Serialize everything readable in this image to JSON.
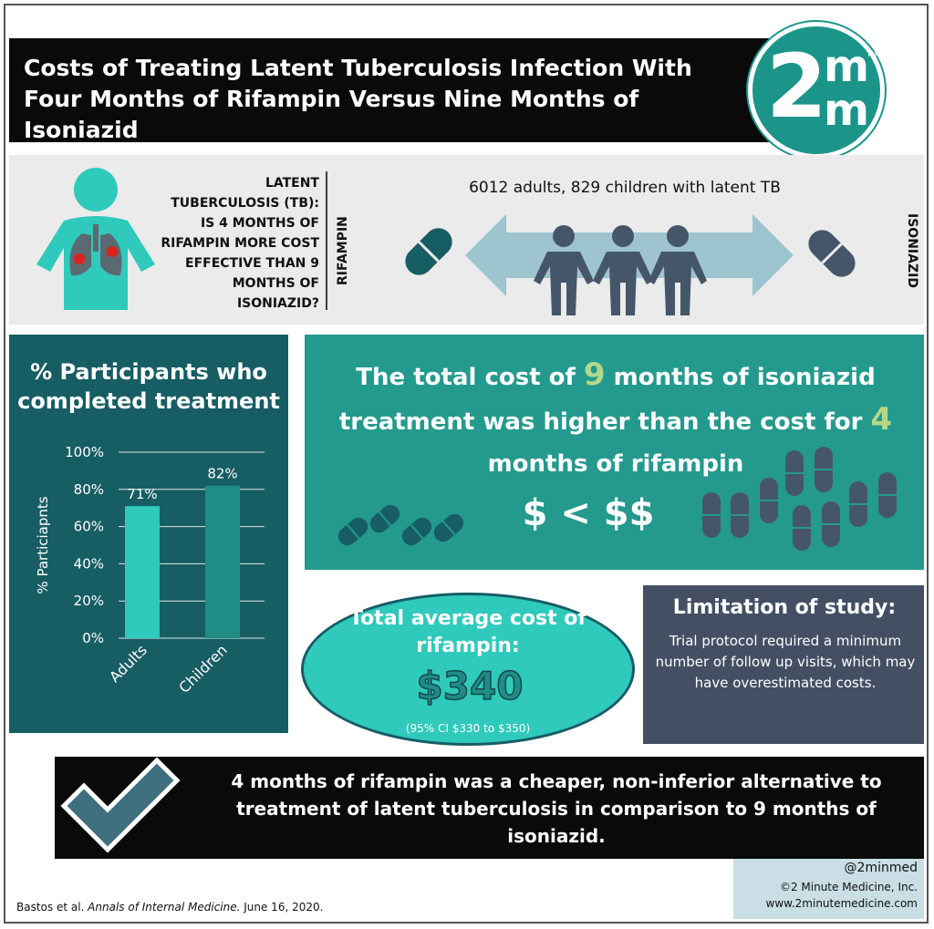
{
  "header": {
    "title": "Costs of Treating Latent Tuberculosis Infection With Four Months of Rifampin Versus Nine Months of Isoniazid"
  },
  "logo": {
    "big": "2",
    "m_top": "m",
    "m_bottom": "m",
    "tm": "TM"
  },
  "design": {
    "question": "LATENT TUBERCULOSIS (TB): IS 4 MONTHS OF RIFAMPIN MORE COST EFFECTIVE THAN 9 MONTHS OF ISONIAZID?",
    "population": "6012 adults, 829 children with latent TB",
    "drug_left": "RIFAMPIN",
    "drug_right": "ISONIAZID"
  },
  "completion": {
    "title": "% Participants who completed treatment"
  },
  "chart_data": {
    "type": "bar",
    "categories": [
      "Adults",
      "Children"
    ],
    "values": [
      71,
      82
    ],
    "data_labels": [
      "71%",
      "82%"
    ],
    "ylabel": "% Particiapnts",
    "ylim": [
      0,
      100
    ],
    "yticks": [
      "0%",
      "20%",
      "40%",
      "60%",
      "80%",
      "100%"
    ],
    "grid": true,
    "colors": [
      "#2fcabb",
      "#1f8d85"
    ]
  },
  "cost": {
    "line_a": "The total cost of ",
    "num_a": "9",
    "line_b": " months of isoniazid treatment was higher than the cost for ",
    "num_b": "4",
    "line_c": " months of rifampin",
    "symbol": "$ < $$"
  },
  "average": {
    "title": "Total average cost of rifampin:",
    "value": "$340",
    "ci": "(95% CI $330 to $350)"
  },
  "limitation": {
    "title": "Limitation of study:",
    "text": "Trial protocol required a minimum number of follow up visits, which may have overestimated costs."
  },
  "conclusion": {
    "text": "4 months of rifampin was a cheaper, non-inferior alternative to treatment of latent tuberculosis in comparison to 9 months of isoniazid."
  },
  "footer": {
    "citation_authors": "Bastos et al. ",
    "citation_journal": "Annals of Internal Medicine.",
    "citation_date": " June 16, 2020.",
    "handle": "@2minmed",
    "copyright": "©2 Minute Medicine, Inc.",
    "url": "www.2minutemedicine.com"
  },
  "colors": {
    "teal_dark": "#175d64",
    "teal": "#239a8d",
    "teal_light": "#2fcabb",
    "slate": "#444f63",
    "highlight": "#b4d889"
  }
}
